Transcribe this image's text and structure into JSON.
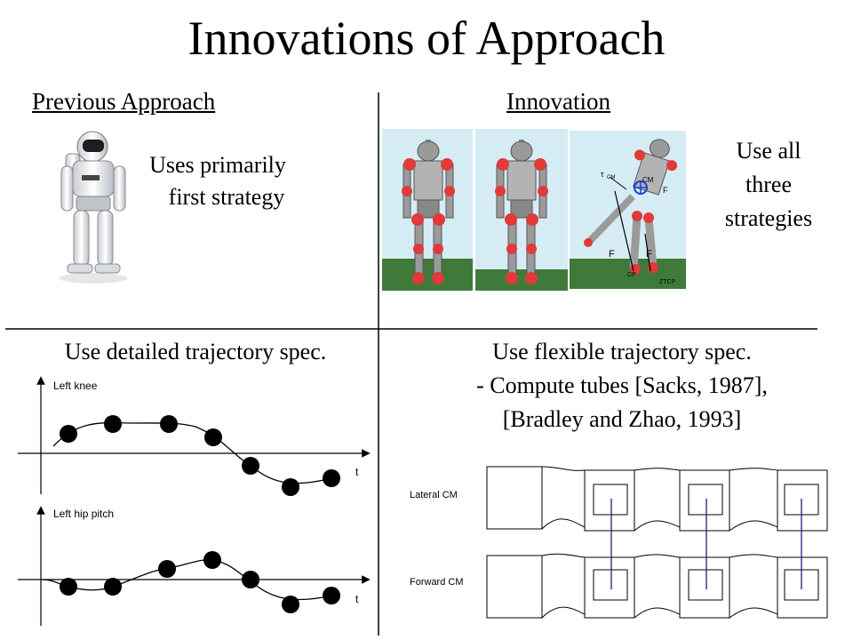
{
  "slide": {
    "title": "Innovations of Approach",
    "previous_heading": "Previous Approach",
    "innovation_heading": "Innovation",
    "previous_text_1": "Uses primarily",
    "previous_text_2": "first strategy",
    "innovation_text_1": "Use all",
    "innovation_text_2": "three",
    "innovation_text_3": "strategies",
    "bottom_left_caption": "Use detailed trajectory spec.",
    "bottom_right_line1": "Use flexible trajectory spec.",
    "bottom_right_line2": "- Compute tubes [Sacks, 1987],",
    "bottom_right_line3": "[Bradley and Zhao, 1993]"
  },
  "robot_figure": {
    "labels": {
      "cm": "CM",
      "cp": "CP",
      "ztcp": "ZTCP",
      "f": "F",
      "fr": "F",
      "tau": "τ",
      "tau_sub": "CM"
    }
  },
  "knee_plot": {
    "title": "Left knee",
    "x_axis_label": "t"
  },
  "hip_plot": {
    "title": "Left hip pitch",
    "x_axis_label": "t"
  },
  "tubes": {
    "lateral_label": "Lateral CM",
    "forward_label": "Forward CM"
  },
  "colors": {
    "joint_red": "#e03a3a",
    "floor_green": "#3f7a3a",
    "sky_blue": "#d6ecf4",
    "tube_link": "#2a2f8a"
  }
}
